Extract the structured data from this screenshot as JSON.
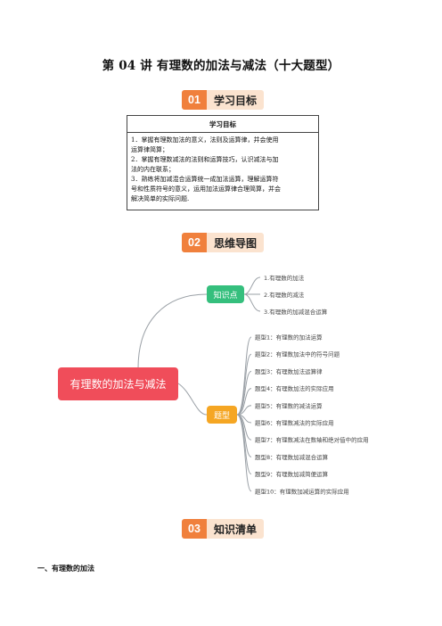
{
  "title": "第 04 讲  有理数的加法与减法（十大题型）",
  "badges": [
    {
      "num": "01",
      "label": "学习目标"
    },
    {
      "num": "02",
      "label": "思维导图"
    },
    {
      "num": "03",
      "label": "知识清单"
    }
  ],
  "goals": {
    "header": "学习目标",
    "items": [
      "1．掌握有理数加法的意义，法则及运算律，并会使用",
      "运算律简算；",
      "2．掌握有理数减法的法则和运算技巧，认识减法与加",
      "法的内在联系；",
      "3．熟练将加减混合运算统一成加法运算，理解运算符",
      "号和性质符号的意义，运用加法运算律合理简算，并会",
      "解决简单的实际问题."
    ]
  },
  "mindmap": {
    "root": "有理数的加法与减法",
    "knowledge": {
      "label": "知识点",
      "items": [
        "1.有理数的加法",
        "2.有理数的减法",
        "3.有理数的加减混合运算"
      ]
    },
    "types": {
      "label": "题型",
      "items": [
        "题型1：有理数的加法运算",
        "题型2：有理数加法中的符号问题",
        "题型3：有理数加法运算律",
        "题型4：有理数加法的实际应用",
        "题型5：有理数的减法运算",
        "题型6：有理数减法的实际应用",
        "题型7：有理数减法在数轴和绝对值中的应用",
        "题型8：有理数加减混合运算",
        "题型9：有理数加减简便运算",
        "题型10：有理数加减运算的实际应用"
      ]
    },
    "colors": {
      "root": "#f04d5a",
      "knowledge": "#35bf7d",
      "types": "#f5a623",
      "line": "#9aa0a6"
    }
  },
  "section": "一、有理数的加法"
}
